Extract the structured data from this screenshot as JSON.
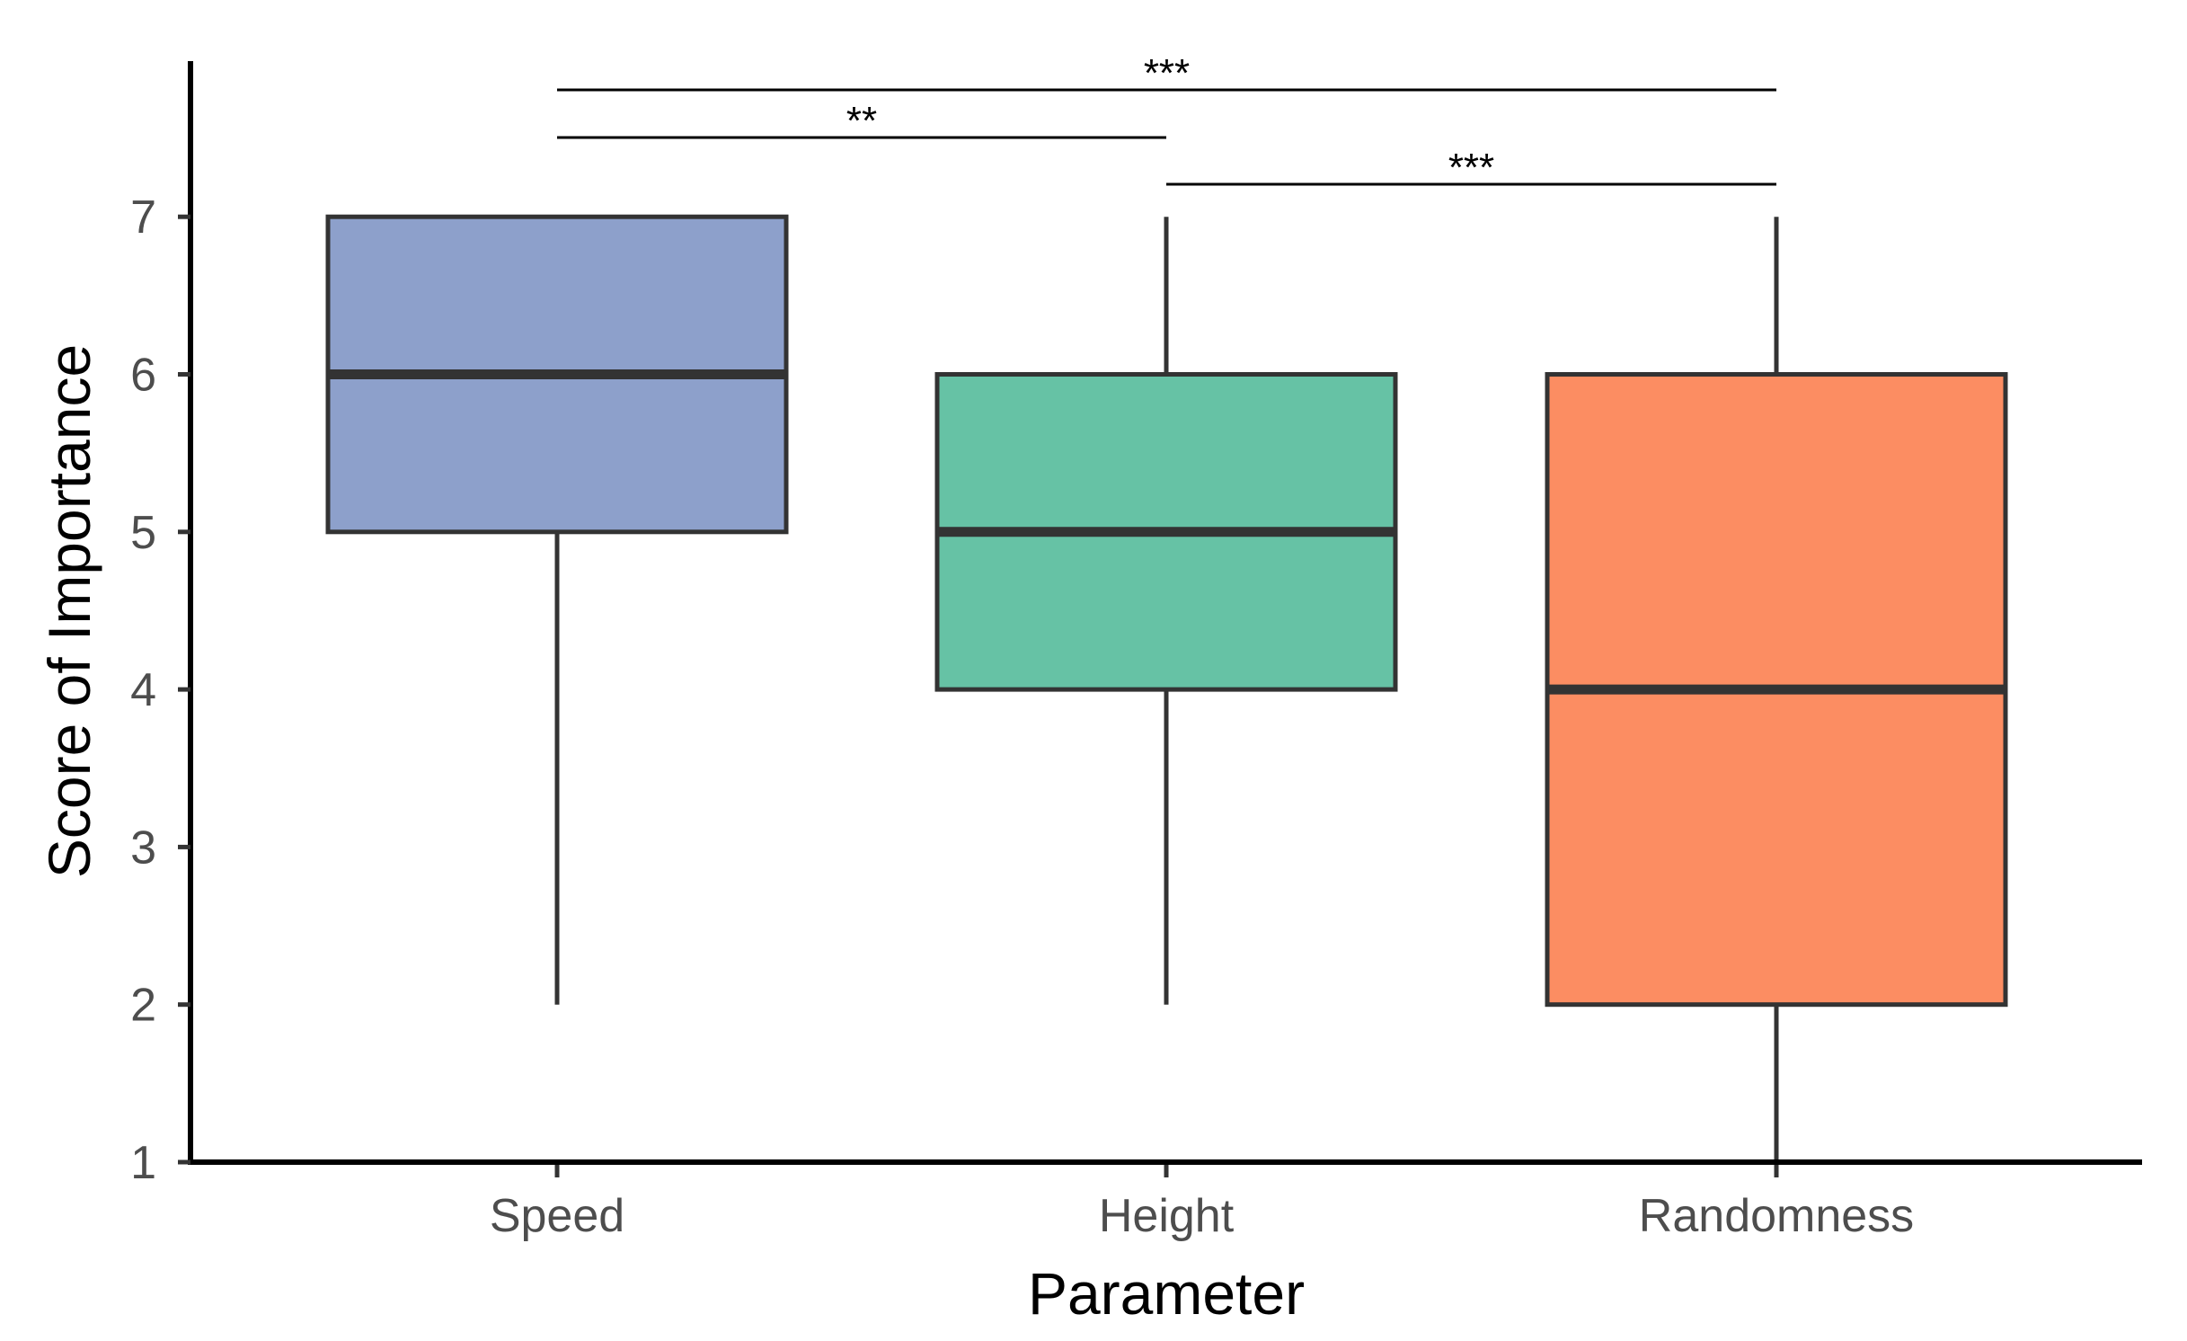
{
  "chart_data": {
    "type": "boxplot",
    "title": "",
    "xlabel": "Parameter",
    "ylabel": "Score of Importance",
    "ylim": [
      1,
      8
    ],
    "yticks": [
      1,
      2,
      3,
      4,
      5,
      6,
      7
    ],
    "grid": false,
    "categories": [
      "Speed",
      "Height",
      "Randomness"
    ],
    "boxes": [
      {
        "category": "Speed",
        "min": 2,
        "q1": 5,
        "median": 6,
        "q3": 7,
        "max": 7,
        "color": "#8da0cb"
      },
      {
        "category": "Height",
        "min": 2,
        "q1": 4,
        "median": 5,
        "q3": 6,
        "max": 7,
        "color": "#66c2a5"
      },
      {
        "category": "Randomness",
        "min": 1,
        "q1": 2,
        "median": 4,
        "q3": 6,
        "max": 7,
        "color": "#fc8d62"
      }
    ],
    "significance": [
      {
        "from": "Speed",
        "to": "Randomness",
        "label": "***"
      },
      {
        "from": "Speed",
        "to": "Height",
        "label": "**"
      },
      {
        "from": "Height",
        "to": "Randomness",
        "label": "***"
      }
    ]
  },
  "colors": {
    "box_outline": "#333333",
    "axis": "#000000",
    "tick_text": "#4d4d4d"
  }
}
